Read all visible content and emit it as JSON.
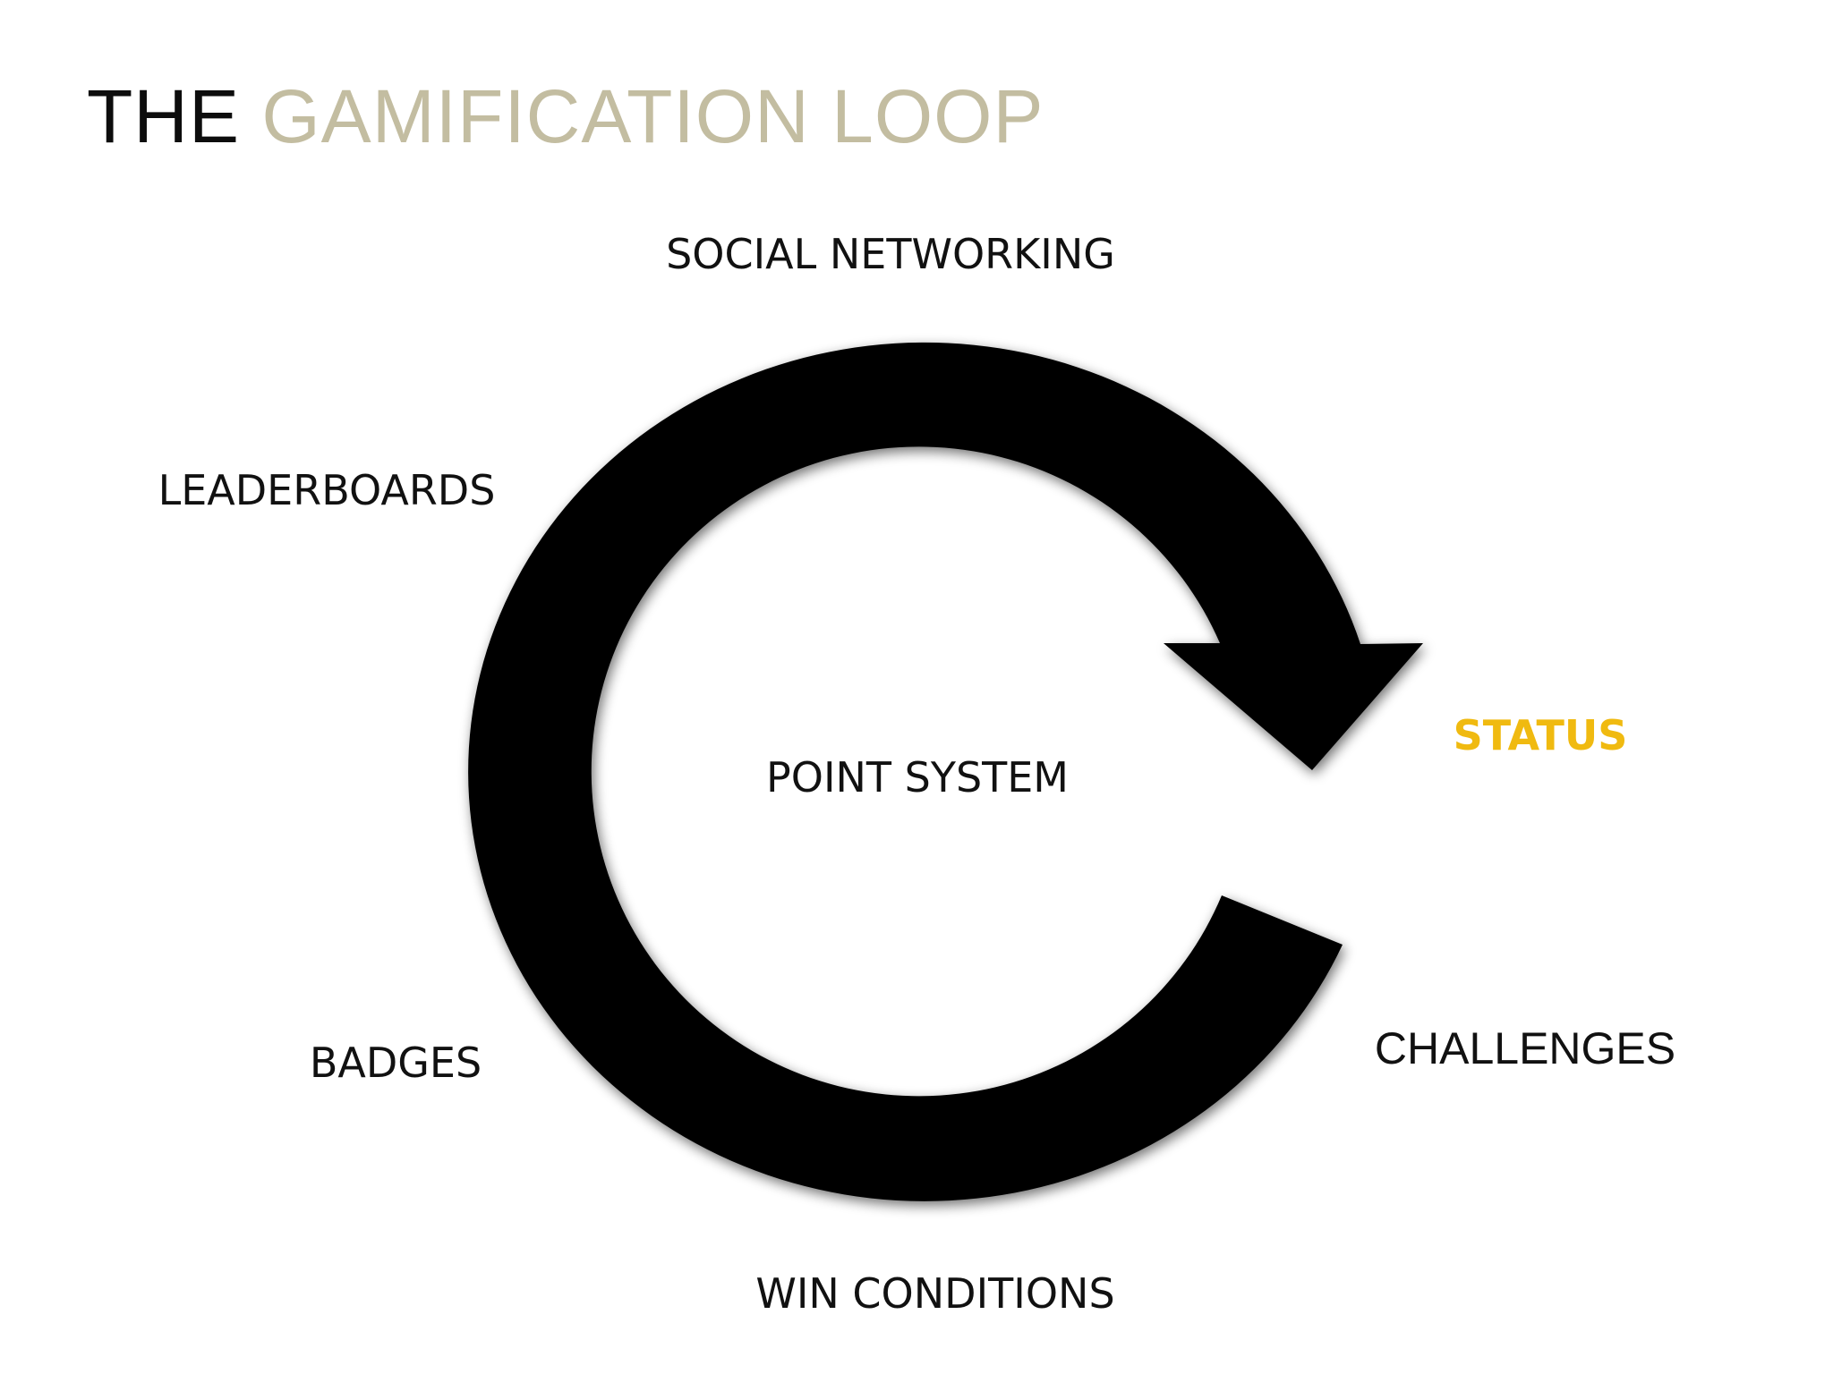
{
  "title": {
    "part1": "THE",
    "part2": "GAMIFICATION LOOP"
  },
  "colors": {
    "title_dark": "#0d0d0d",
    "title_accent": "#c3bda1",
    "arrow": "#000000",
    "status_highlight": "#f0ba10",
    "label_text": "#111111"
  },
  "diagram": {
    "arrow_icon": "circular-arrow-icon",
    "center_label": "POINT SYSTEM",
    "labels": {
      "social_networking": "SOCIAL NETWORKING",
      "leaderboards": "LEADERBOARDS",
      "status": "STATUS",
      "badges": "BADGES",
      "challenges": "CHALLENGES",
      "win_conditions": "WIN CONDITIONS"
    }
  }
}
